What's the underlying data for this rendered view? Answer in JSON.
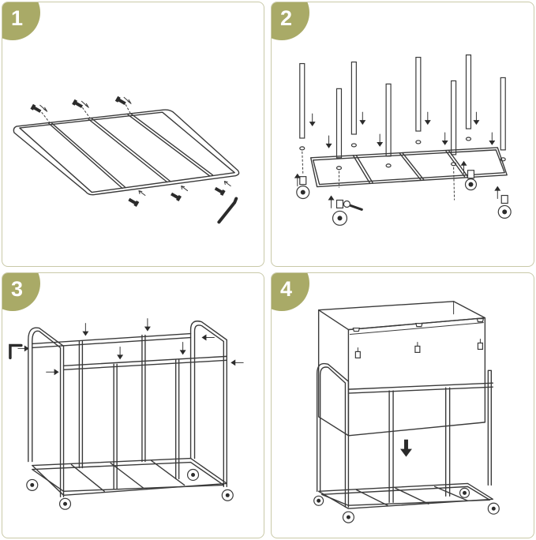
{
  "steps": [
    {
      "number": "1"
    },
    {
      "number": "2"
    },
    {
      "number": "3"
    },
    {
      "number": "4"
    }
  ],
  "colors": {
    "badge": "#a9aa67",
    "panel_border": "#c9c9a8",
    "line": "#3a3a3a"
  },
  "icons": [
    "screw-icon",
    "allen-key-icon",
    "caster-wheel-icon",
    "wrench-icon",
    "arrow-down-icon",
    "arrow-up-icon"
  ]
}
